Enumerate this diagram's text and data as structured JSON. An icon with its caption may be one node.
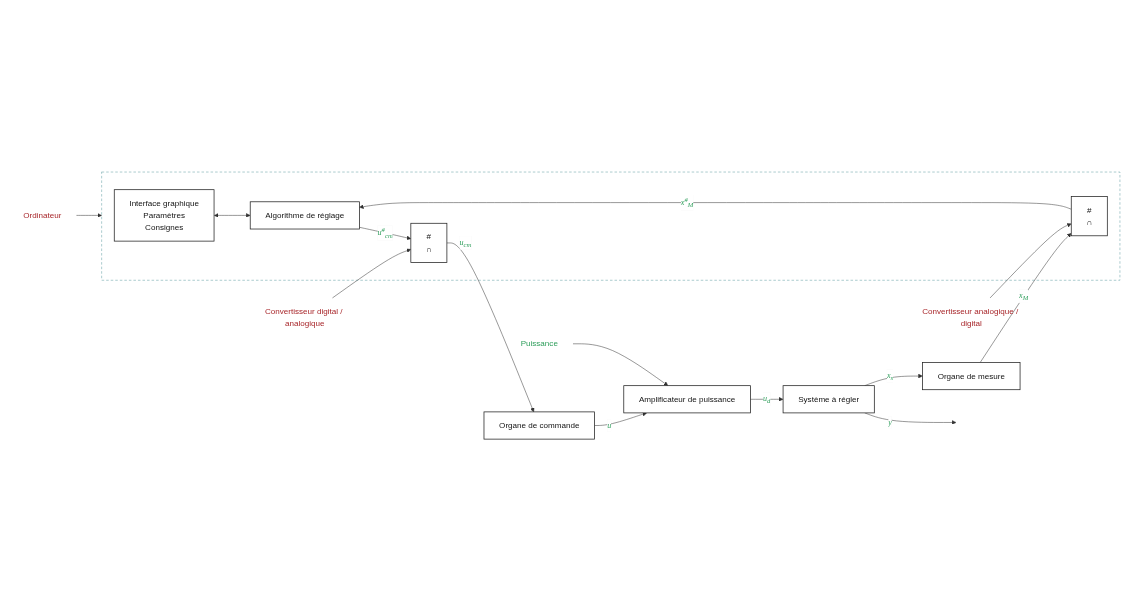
{
  "diagram": {
    "nodes": [
      {
        "text": [
          "Ordinateur"
        ]
      },
      {
        "text": [],
        "shape": "box"
      },
      {
        "text": [
          "Interface graphique",
          "Paramètres",
          "Consignes"
        ],
        "in": 1
      },
      {
        "text": [
          "Algorithme de réglage"
        ],
        "in": 1
      },
      {
        "text": [
          "#",
          "∩"
        ],
        "in": 1
      },
      {
        "text": [
          "#",
          "∩"
        ],
        "in": 1
      },
      {
        "text": [
          "Convertisseur digital / analogique"
        ]
      },
      {
        "text": [
          "Convertisseur analogique / digital"
        ]
      },
      {
        "text": [
          "Organe de commande"
        ]
      },
      {
        "text": [
          "Puissance"
        ]
      },
      {
        "text": [
          "Amplificateur de puissance"
        ]
      },
      {
        "text": [
          "Système à régler"
        ]
      },
      {
        "text": [
          "Organe de mesure"
        ]
      }
    ],
    "edges": [
      {
        "from": 0,
        "to": 1,
        "arrow": "to"
      },
      {
        "from": 2,
        "to": 3,
        "arrow": "both"
      },
      {
        "from": 3,
        "to": 4,
        "arrow": "to",
        "label": "u$^{#}$$_{cm}$"
      },
      {
        "from": 4,
        "to": 8,
        "arrow": "to",
        "label": "u$_{cm}$"
      },
      {
        "from": 8,
        "to": 10,
        "arrow": "to",
        "label": "u"
      },
      {
        "from": 9,
        "to": 10,
        "arrow": "to"
      },
      {
        "from": 10,
        "to": 11,
        "arrow": "to",
        "label": "u$_{d}$"
      },
      {
        "from": 11,
        "to": null,
        "arrow": "to",
        "label": "y"
      },
      {
        "from": 11,
        "to": 12,
        "arrow": "to",
        "label": "x$_{s}$"
      },
      {
        "from": 12,
        "to": 5,
        "arrow": "to",
        "label": "x$_{M}$"
      },
      {
        "from": 5,
        "to": 3,
        "arrow": "to",
        "label": "x$^{#}$$_{M}$"
      },
      {
        "from": 6,
        "to": 4,
        "arrow": "to"
      },
      {
        "from": 7,
        "to": 5,
        "arrow": "to"
      }
    ]
  }
}
